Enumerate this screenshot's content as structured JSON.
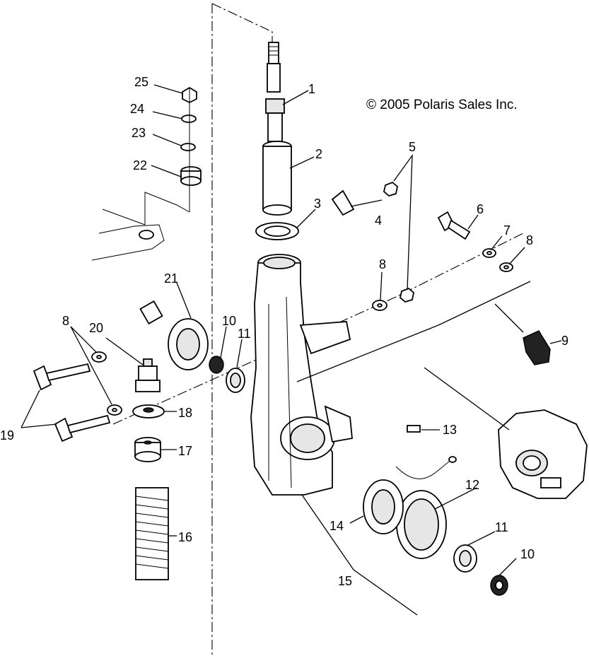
{
  "copyright": "© 2005 Polaris Sales Inc.",
  "callouts": {
    "c1": "1",
    "c2": "2",
    "c3": "3",
    "c4": "4",
    "c5": "5",
    "c6": "6",
    "c7": "7",
    "c8a": "8",
    "c8b": "8",
    "c8c": "8",
    "c9": "9",
    "c10a": "10",
    "c10b": "10",
    "c11a": "11",
    "c11b": "11",
    "c12": "12",
    "c13": "13",
    "c14": "14",
    "c15": "15",
    "c16": "16",
    "c17": "17",
    "c18": "18",
    "c19": "19",
    "c20": "20",
    "c21": "21",
    "c22": "22",
    "c23": "23",
    "c24": "24",
    "c25": "25"
  }
}
